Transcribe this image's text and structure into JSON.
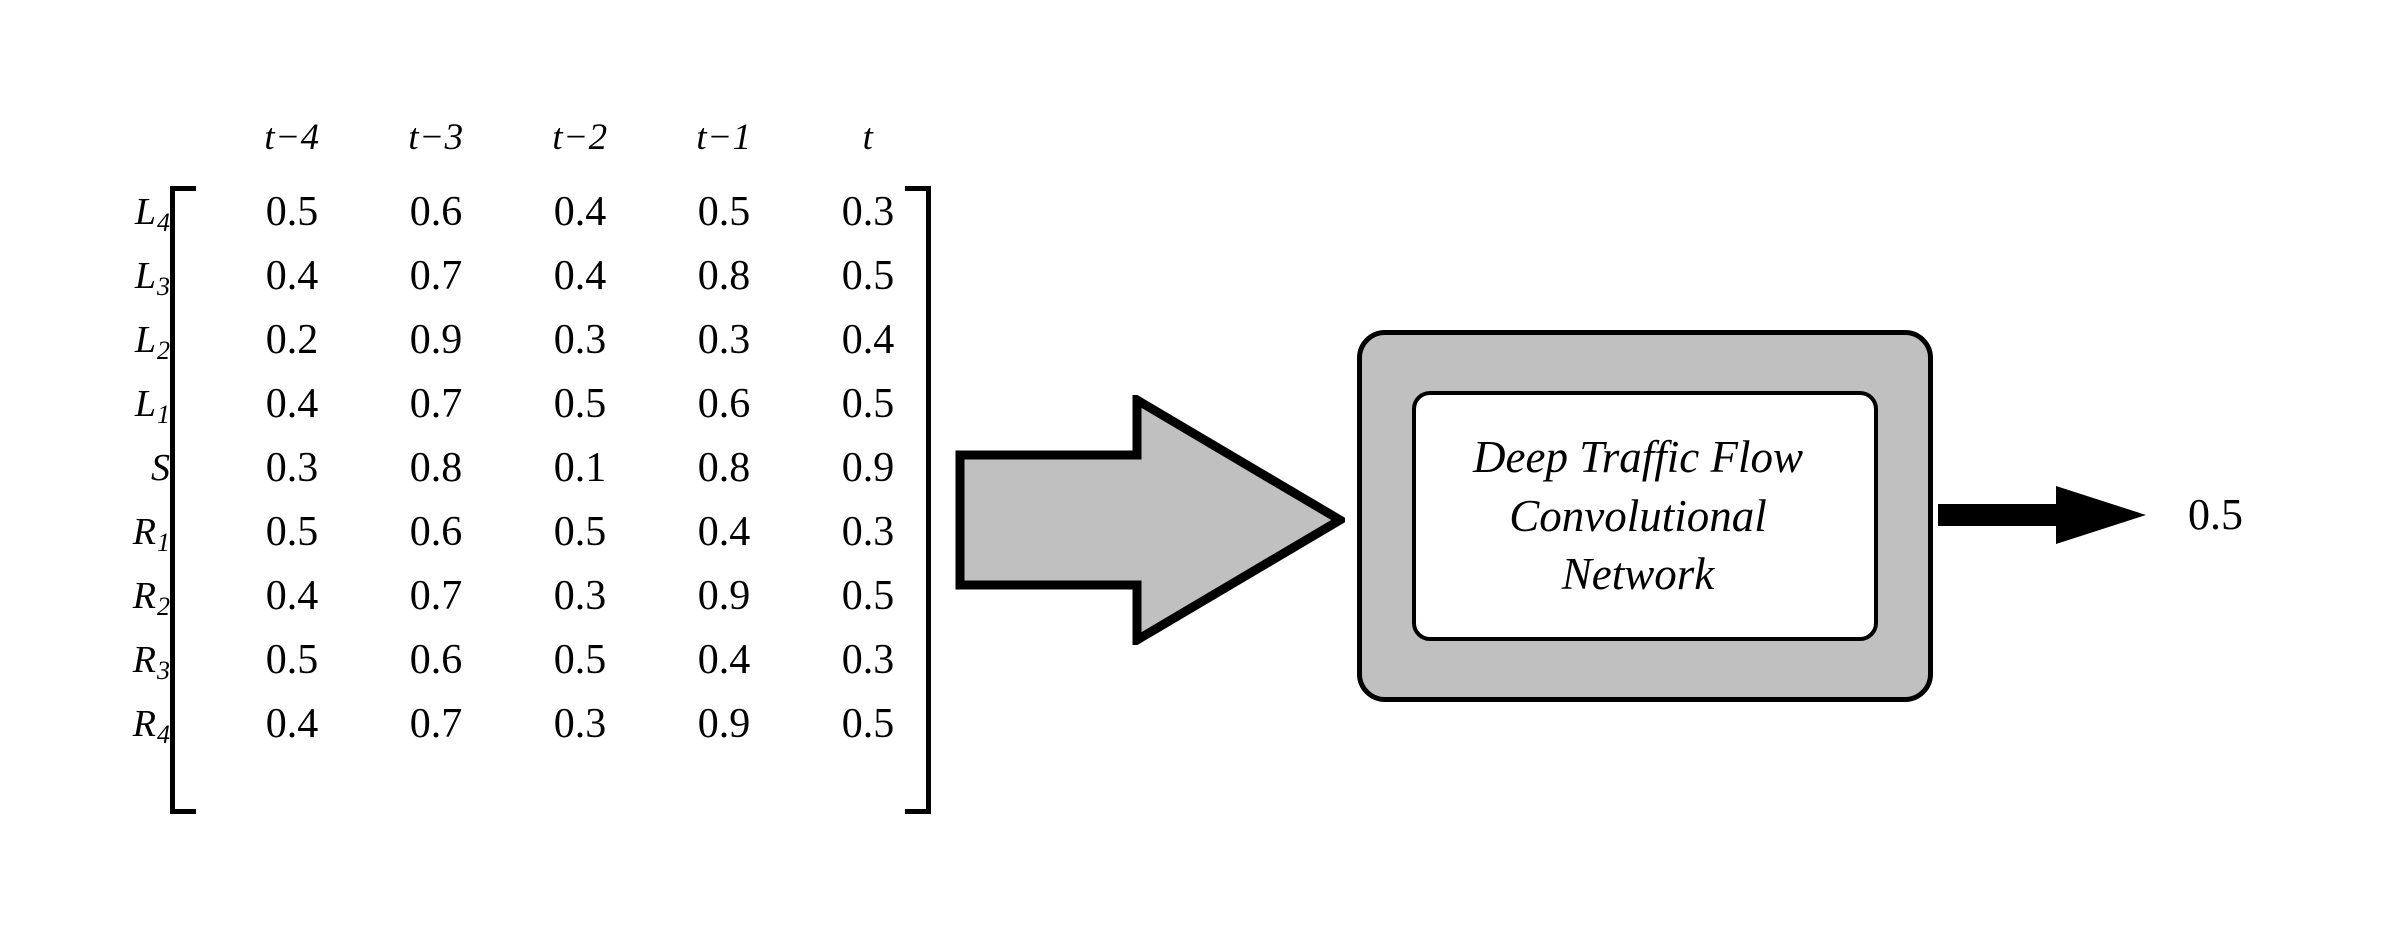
{
  "figure": {
    "matrix": {
      "column_headers": [
        "t−4",
        "t−3",
        "t−2",
        "t−1",
        "t"
      ],
      "row_labels": [
        {
          "base": "L",
          "sub": "4"
        },
        {
          "base": "L",
          "sub": "3"
        },
        {
          "base": "L",
          "sub": "2"
        },
        {
          "base": "L",
          "sub": "1"
        },
        {
          "base": "S",
          "sub": ""
        },
        {
          "base": "R",
          "sub": "1"
        },
        {
          "base": "R",
          "sub": "2"
        },
        {
          "base": "R",
          "sub": "3"
        },
        {
          "base": "R",
          "sub": "4"
        }
      ],
      "rows": [
        [
          "0.5",
          "0.6",
          "0.4",
          "0.5",
          "0.3"
        ],
        [
          "0.4",
          "0.7",
          "0.4",
          "0.8",
          "0.5"
        ],
        [
          "0.2",
          "0.9",
          "0.3",
          "0.3",
          "0.4"
        ],
        [
          "0.4",
          "0.7",
          "0.5",
          "0.6",
          "0.5"
        ],
        [
          "0.3",
          "0.8",
          "0.1",
          "0.8",
          "0.9"
        ],
        [
          "0.5",
          "0.6",
          "0.5",
          "0.4",
          "0.3"
        ],
        [
          "0.4",
          "0.7",
          "0.3",
          "0.9",
          "0.5"
        ],
        [
          "0.5",
          "0.6",
          "0.5",
          "0.4",
          "0.3"
        ],
        [
          "0.4",
          "0.7",
          "0.3",
          "0.9",
          "0.5"
        ]
      ]
    },
    "input_arrow": {
      "icon": "block-arrow-right-icon"
    },
    "module": {
      "label": "Deep Traffic Flow\nConvolutional\nNetwork",
      "fill_color": "#c0c0c0",
      "inner_fill_color": "#ffffff",
      "stroke_color": "#000000"
    },
    "output_arrow": {
      "icon": "arrow-right-icon"
    },
    "output_value": "0.5"
  },
  "chart_data": {
    "type": "table",
    "title": "",
    "categories": [
      "t−4",
      "t−3",
      "t−2",
      "t−1",
      "t"
    ],
    "series": [
      {
        "name": "L4",
        "values": [
          0.5,
          0.6,
          0.4,
          0.5,
          0.3
        ]
      },
      {
        "name": "L3",
        "values": [
          0.4,
          0.7,
          0.4,
          0.8,
          0.5
        ]
      },
      {
        "name": "L2",
        "values": [
          0.2,
          0.9,
          0.3,
          0.3,
          0.4
        ]
      },
      {
        "name": "L1",
        "values": [
          0.4,
          0.7,
          0.5,
          0.6,
          0.5
        ]
      },
      {
        "name": "S",
        "values": [
          0.3,
          0.8,
          0.1,
          0.8,
          0.9
        ]
      },
      {
        "name": "R1",
        "values": [
          0.5,
          0.6,
          0.5,
          0.4,
          0.3
        ]
      },
      {
        "name": "R2",
        "values": [
          0.4,
          0.7,
          0.3,
          0.9,
          0.5
        ]
      },
      {
        "name": "R3",
        "values": [
          0.5,
          0.6,
          0.5,
          0.4,
          0.3
        ]
      },
      {
        "name": "R4",
        "values": [
          0.4,
          0.7,
          0.3,
          0.9,
          0.5
        ]
      }
    ],
    "xlabel": "",
    "ylabel": "",
    "annotations": [
      "Deep Traffic Flow Convolutional Network",
      "0.5"
    ]
  }
}
